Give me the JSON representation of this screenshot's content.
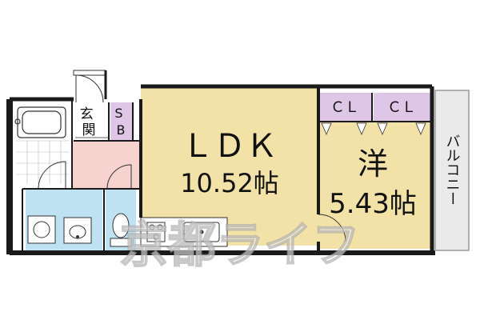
{
  "rooms": {
    "ldk": {
      "name": "ＬＤＫ",
      "size": "10.52帖"
    },
    "western": {
      "name": "洋",
      "size": "5.43帖"
    },
    "entrance": "玄\n関",
    "storage": "S\nB",
    "closet_1": "ＣＬ",
    "closet_2": "ＣＬ",
    "balcony": "バルコニー"
  },
  "watermark": "京都ライフ",
  "colors": {
    "ldk": "#f3e2a8",
    "western": "#f3e2a8",
    "closet": "#ddc6e6",
    "storage": "#ddc6e6",
    "bath": "#bfe2f2",
    "toilet": "#bfe2f2",
    "washroom": "#bfe2f2",
    "entrance_floor": "#f6d3cf",
    "balcony": "#eaeaea",
    "wall": "#1a1a1a"
  }
}
